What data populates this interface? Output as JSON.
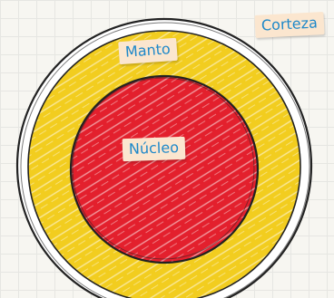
{
  "labels": {
    "crust": "Corteza",
    "mantle": "Manto",
    "core": "Núcleo"
  },
  "colors": {
    "crust": "#ffffff",
    "mantle": "#f2cd1f",
    "core": "#e3202d",
    "outline": "#222222",
    "label_text": "#1e88c9",
    "label_bg": "#fbe6cf"
  }
}
